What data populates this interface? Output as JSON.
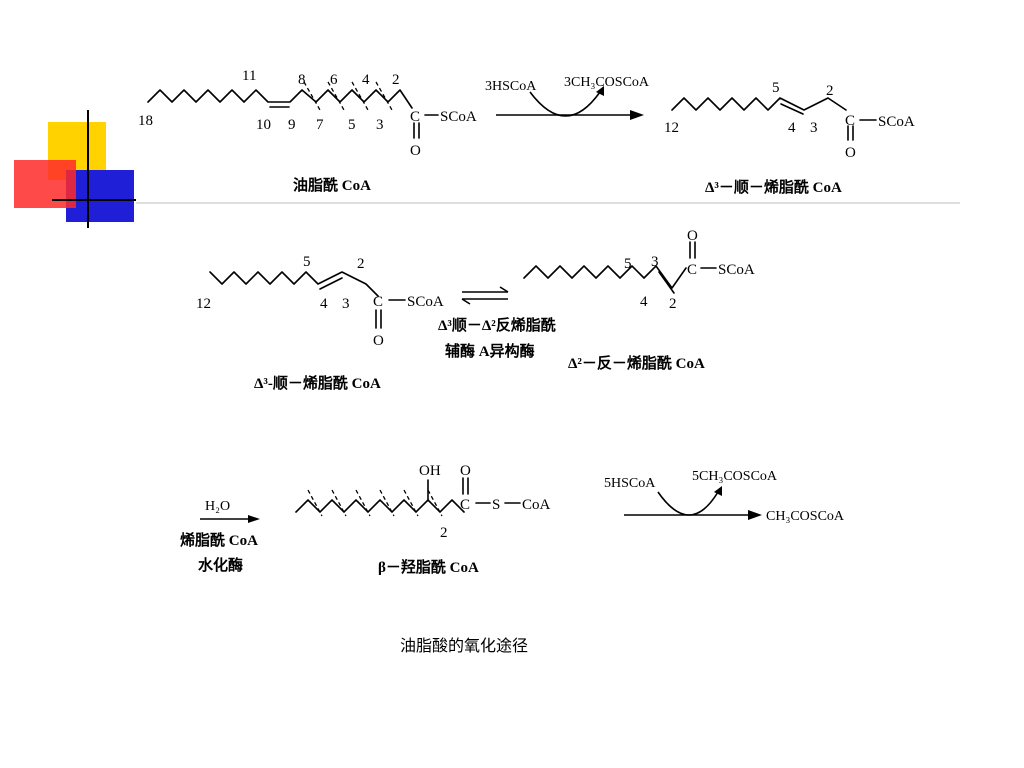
{
  "caption": "油脂酸的氧化途径",
  "colors": {
    "deco_yellow": "#ffd200",
    "deco_red": "#ff2a2a",
    "deco_blue": "#1f1fd8",
    "deco_line": "#000000"
  },
  "panel1": {
    "reactant": {
      "numbers": [
        "18",
        "11",
        "8",
        "6",
        "4",
        "2",
        "10",
        "9",
        "7",
        "5",
        "3"
      ],
      "carbonyl_c": "C",
      "carbonyl_o": "O",
      "thioester": "SCoA",
      "name": "油脂酰 CoA"
    },
    "step": {
      "in": "3HSCoA",
      "out": "3CH₃COSCoA"
    },
    "product": {
      "numbers": [
        "5",
        "2",
        "12",
        "4",
        "3"
      ],
      "carbonyl_c": "C",
      "carbonyl_o": "O",
      "thioester": "SCoA",
      "name": "Δ³－顺－烯脂酰 CoA"
    }
  },
  "panel2": {
    "reactant": {
      "numbers": [
        "5",
        "2",
        "12",
        "4",
        "3"
      ],
      "carbonyl_c": "C",
      "carbonyl_o": "O",
      "thioester": "SCoA",
      "name": "Δ³-顺－烯脂酰 CoA"
    },
    "enzyme": {
      "line1": "Δ³顺－Δ²反烯脂酰",
      "line2": "辅酶 A异构酶"
    },
    "product": {
      "numbers": [
        "5",
        "3",
        "4",
        "2"
      ],
      "carbonyl_c": "C",
      "carbonyl_o": "O",
      "thioester": "SCoA",
      "name": "Δ²－反－烯脂酰 CoA"
    }
  },
  "panel3": {
    "hydration": {
      "reagent": "H₂O",
      "enzyme_line1": "烯脂酰 CoA",
      "enzyme_line2": "水化酶"
    },
    "product": {
      "oh": "OH",
      "carbonyl_o": "O",
      "carbonyl_c": "C",
      "s": "S",
      "coa": "CoA",
      "number": "2",
      "name": "β－羟脂酰 CoA"
    },
    "step": {
      "in": "5HSCoA",
      "out": "5CH₃COSCoA",
      "product": "CH₃COSCoA"
    }
  }
}
